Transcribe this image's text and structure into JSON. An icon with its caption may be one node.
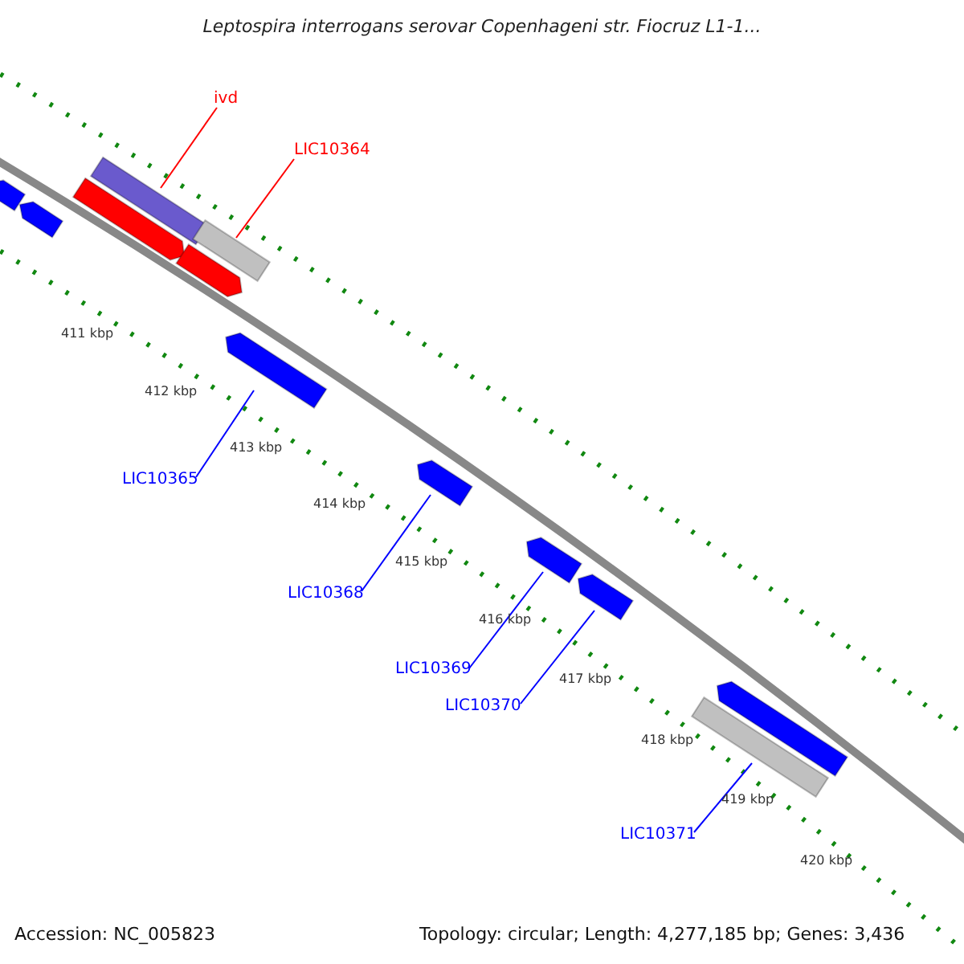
{
  "diagram": {
    "title": "Leptospira interrogans serovar Copenhageni str. Fiocruz L1-1...",
    "nodes": [
      {
        "text": [],
        "shape": "bar"
      },
      {
        "text": [],
        "shape": "bar"
      },
      {
        "text": [],
        "shape": "bar"
      },
      {
        "text": [],
        "shape": "bar"
      },
      {
        "text": [],
        "shape": "bar"
      },
      {
        "text": [],
        "shape": "bar"
      },
      {
        "text": [],
        "shape": "bar"
      },
      {
        "text": [],
        "shape": "bar"
      },
      {
        "text": [],
        "shape": "bar"
      },
      {
        "text": [],
        "shape": "bar"
      },
      {
        "text": [],
        "shape": "bar"
      },
      {
        "text": [],
        "shape": "bar"
      },
      {
        "text": [
          "ivd"
        ]
      },
      {
        "text": [
          "LIC10364"
        ]
      },
      {
        "text": [
          "LIC10365"
        ]
      },
      {
        "text": [
          "LIC10368"
        ]
      },
      {
        "text": [
          "LIC10369"
        ]
      },
      {
        "text": [
          "LIC10370"
        ]
      },
      {
        "text": [
          "LIC10371"
        ]
      }
    ],
    "edges": [
      {
        "from": 12,
        "to": 2,
        "arrow": "none",
        "color": "#ff0000"
      },
      {
        "from": 13,
        "to": 3,
        "arrow": "none",
        "color": "#ff0000"
      },
      {
        "from": 14,
        "to": 6,
        "arrow": "none"
      },
      {
        "from": 15,
        "to": 7,
        "arrow": "none"
      },
      {
        "from": 16,
        "to": 8,
        "arrow": "none"
      },
      {
        "from": 17,
        "to": 9,
        "arrow": "none"
      },
      {
        "from": 18,
        "to": 11,
        "arrow": "none"
      }
    ],
    "labels": [
      "411 kbp",
      "412 kbp",
      "413 kbp",
      "414 kbp",
      "415 kbp",
      "416 kbp",
      "417 kbp",
      "418 kbp",
      "419 kbp",
      "420 kbp",
      "Accession: NC_005823",
      "Topology: circular; Length: 4,277,185 bp; Genes: 3,436"
    ]
  }
}
